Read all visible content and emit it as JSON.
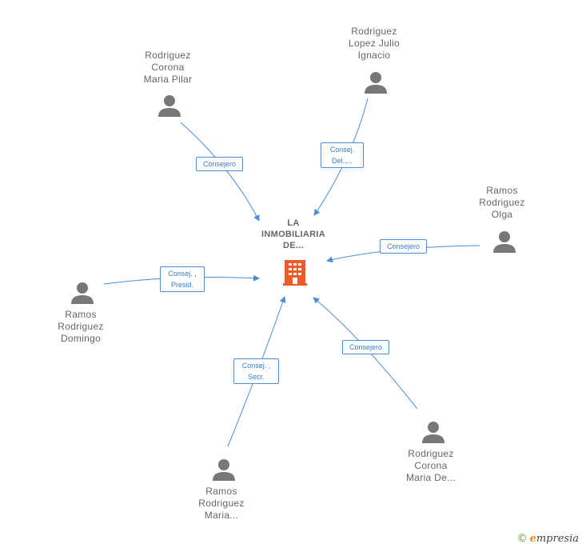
{
  "center": {
    "name_lines": [
      "LA",
      "INMOBILIARIA",
      "DE..."
    ]
  },
  "people": [
    {
      "id": "p1",
      "lines": [
        "Rodriguez",
        "Corona",
        "Maria Pilar"
      ],
      "role_lines": [
        "Consejero"
      ]
    },
    {
      "id": "p2",
      "lines": [
        "Rodriguez",
        "Lopez Julio",
        "Ignacio"
      ],
      "role_lines": [
        "Consej.",
        "Del.,..."
      ]
    },
    {
      "id": "p3",
      "lines": [
        "Ramos",
        "Rodriguez",
        "Olga"
      ],
      "role_lines": [
        "Consejero"
      ]
    },
    {
      "id": "p4",
      "lines": [
        "Ramos",
        "Rodriguez",
        "Domingo"
      ],
      "role_lines": [
        "Consej. ,",
        "Presid."
      ]
    },
    {
      "id": "p5",
      "lines": [
        "Ramos",
        "Rodriguez",
        "Maria..."
      ],
      "role_lines": [
        "Consej. ,",
        "Secr."
      ]
    },
    {
      "id": "p6",
      "lines": [
        "Rodriguez",
        "Corona",
        "Maria De..."
      ],
      "role_lines": [
        "Consejero"
      ]
    }
  ],
  "colors": {
    "edge": "#4a8fd8",
    "person": "#777777",
    "building": "#f05a28"
  },
  "footer": {
    "copyright": "©",
    "brand_first": "e",
    "brand_rest": "mpresia"
  }
}
